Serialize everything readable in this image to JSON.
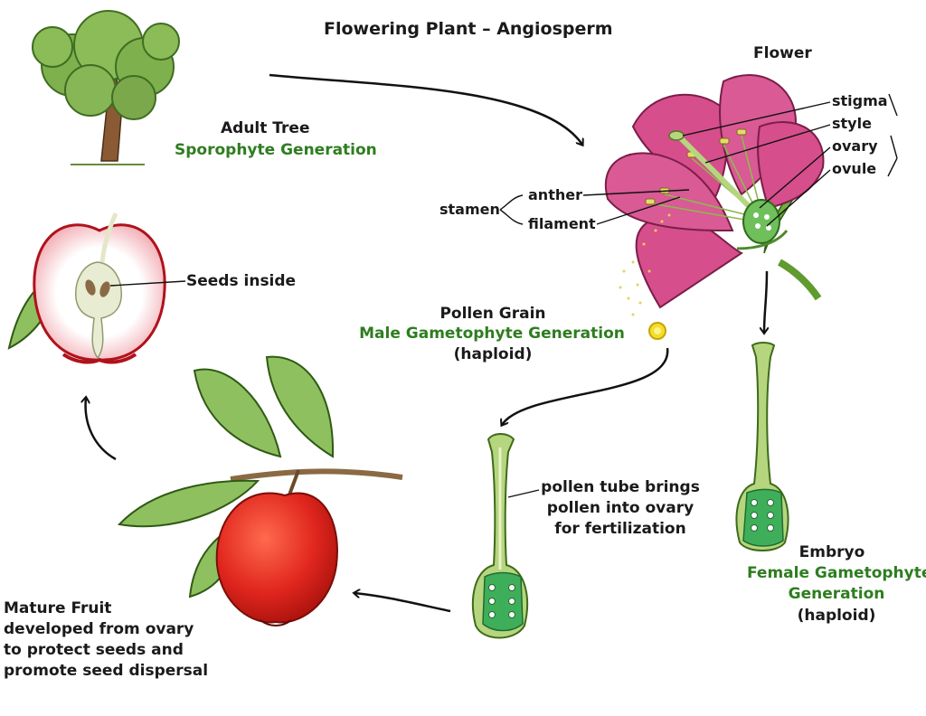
{
  "title": "Flowering Plant – Angiosperm",
  "adult_tree": {
    "name": "Adult Tree",
    "generation": "Sporophyte Generation"
  },
  "cut_apple": {
    "label": "Seeds inside"
  },
  "flower": {
    "title": "Flower",
    "parts": {
      "stigma": "stigma",
      "style": "style",
      "ovary": "ovary",
      "ovule": "ovule",
      "stamen": "stamen",
      "anther": "anther",
      "filament": "filament"
    }
  },
  "pollen": {
    "name": "Pollen Grain",
    "generation": "Male Gametophyte Generation",
    "ploidy": "(haploid)"
  },
  "pollen_tube": {
    "label": "pollen tube brings\npollen into ovary\nfor fertilization"
  },
  "embryo": {
    "name": "Embryo",
    "generation_line1": "Female Gametophyte",
    "generation_line2": "Generation",
    "ploidy": "(haploid)"
  },
  "fruit": {
    "label": "Mature Fruit\ndeveloped from ovary\nto protect seeds and\npromote seed dispersal"
  },
  "colors": {
    "text": "#1a1a1a",
    "green_text": "#2e7d1f",
    "petal": "#d64e8c",
    "apple_red": "#e0261e",
    "leaf_green": "#8fc060",
    "pistil_green": "#b5d67e"
  }
}
